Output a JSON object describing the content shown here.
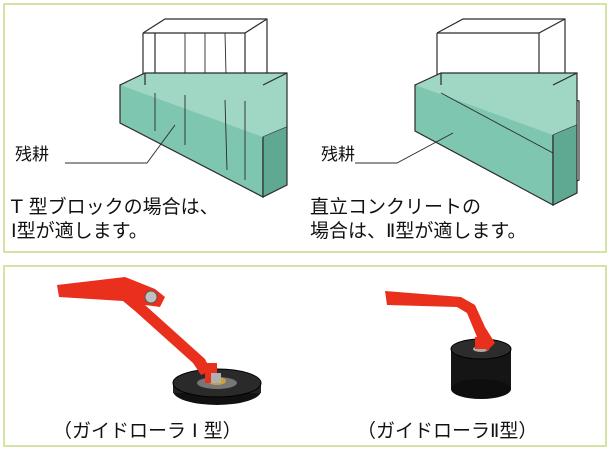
{
  "top": {
    "left": {
      "label": "残耕",
      "caption_line1": "T 型ブロックの場合は、",
      "caption_line2": "Ⅰ型が適します。"
    },
    "right": {
      "label": "残耕",
      "caption_line1": "直立コンクリートの",
      "caption_line2": "場合は、Ⅱ型が適します。"
    }
  },
  "bottom": {
    "roller1_caption": "（ガイドローラ Ⅰ 型）",
    "roller2_caption": "（ガイドローラⅡ型）"
  },
  "colors": {
    "teal_fill": "#7fc6b0",
    "teal_dark": "#5fa892",
    "outline": "#2b2b2b",
    "arm_red": "#e8301c",
    "roller_black": "#1a1a1a",
    "panel_border": "#d3e4a4"
  }
}
